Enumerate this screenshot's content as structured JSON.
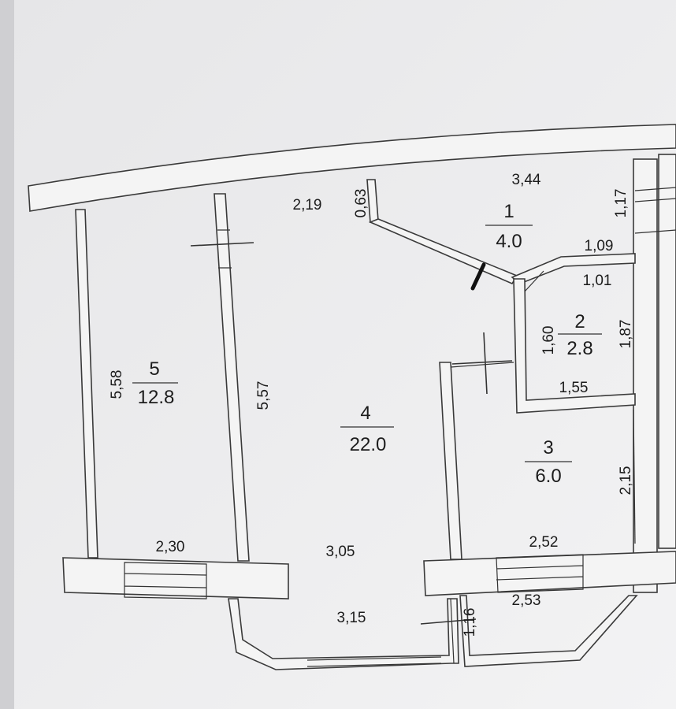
{
  "rooms": [
    {
      "number": "1",
      "area": "4.0"
    },
    {
      "number": "2",
      "area": "2.8"
    },
    {
      "number": "3",
      "area": "6.0"
    },
    {
      "number": "4",
      "area": "22.0"
    },
    {
      "number": "5",
      "area": "12.8"
    }
  ],
  "dimensions": {
    "d_344": "3,44",
    "d_219": "2,19",
    "d_063": "0,63",
    "d_117": "1,17",
    "d_109": "1,09",
    "d_101": "1,01",
    "d_160": "1,60",
    "d_187": "1,87",
    "d_155": "1,55",
    "d_558": "5,58",
    "d_557": "5,57",
    "d_215": "2,15",
    "d_230": "2,30",
    "d_305": "3,05",
    "d_252": "2,52",
    "d_253": "2,53",
    "d_315": "3,15",
    "d_116": "1,16"
  }
}
